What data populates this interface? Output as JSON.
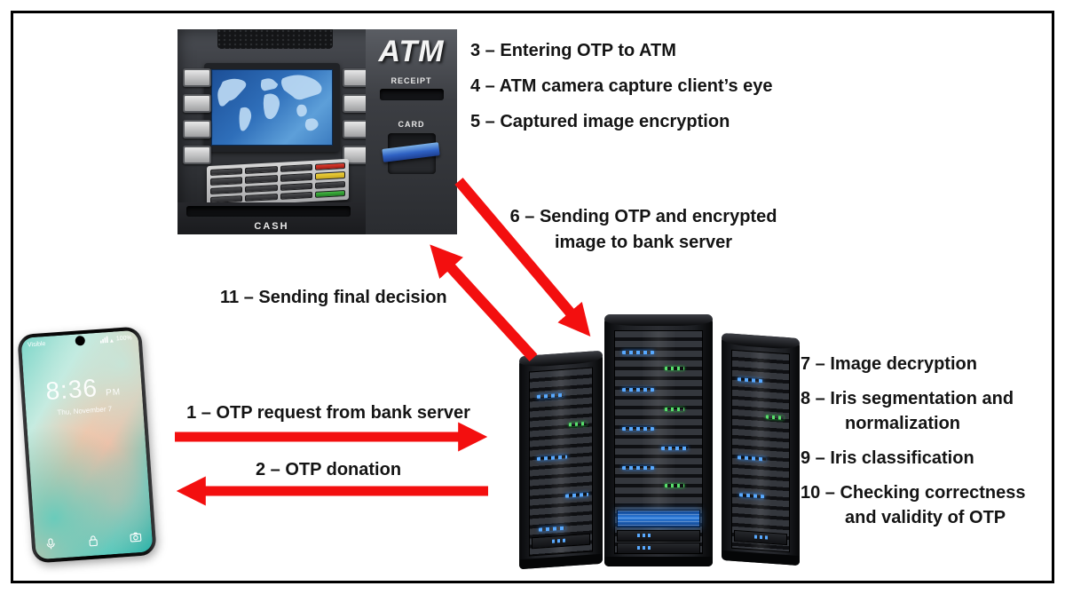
{
  "steps": {
    "s1": "1 – OTP request from bank server",
    "s2": "2 – OTP donation",
    "s3": "3 – Entering OTP to ATM",
    "s4": "4 – ATM camera capture client’s eye",
    "s5": "5 – Captured image encryption",
    "s6": "6 – Sending OTP and encrypted image to bank server",
    "s7": "7 – Image decryption",
    "s8": "8 – Iris segmentation and normalization",
    "s9": "9 – Iris classification",
    "s10": "10 – Checking correctness and validity of OTP",
    "s11": "11 – Sending final decision"
  },
  "atm": {
    "logo": "ATM",
    "receipt": "RECEIPT",
    "card": "CARD",
    "cash": "CASH"
  },
  "phone": {
    "carrier": "Visible",
    "battery": "100%",
    "time": "8:36",
    "meridiem": "PM",
    "date": "Thu, November 7"
  },
  "colors": {
    "arrow_red": "#f30f0f",
    "text": "#141414",
    "border": "#000000",
    "atm_screen_blue": "#2f6fba",
    "led_blue": "#58a9ff",
    "led_green": "#57e06a"
  }
}
